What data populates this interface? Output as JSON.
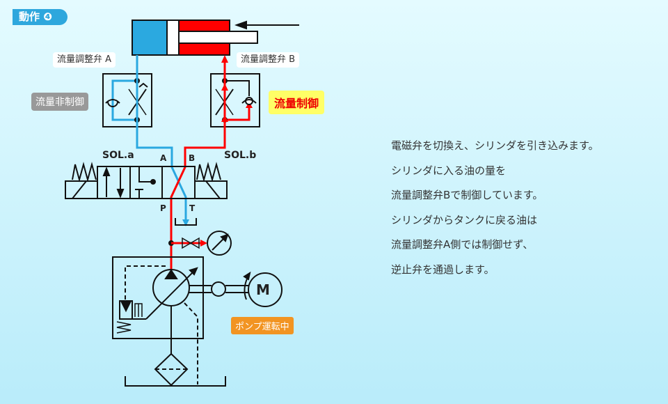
{
  "header": {
    "title": "動作",
    "step": "❹"
  },
  "labels": {
    "valve_a": "流量調整弁 A",
    "valve_b": "流量調整弁 B",
    "uncontrolled": "流量非制御",
    "controlled": "流量制御",
    "pump_running": "ポンプ運転中"
  },
  "ports": {
    "sol_a": "SOL.a",
    "sol_b": "SOL.b",
    "a": "A",
    "b": "B",
    "p": "P",
    "t": "T",
    "motor": "M"
  },
  "description": [
    "電磁弁を切換え、シリンダを引き込みます。",
    "シリンダに入る油の量を",
    "流量調整弁Bで制御しています。",
    "シリンダからタンクに戻る油は",
    "流量調整弁A側では制御せず、",
    "逆止弁を通過します。"
  ],
  "colors": {
    "pressure": "#ff0000",
    "return": "#2aa8e0",
    "accent": "#2ea7dd"
  }
}
